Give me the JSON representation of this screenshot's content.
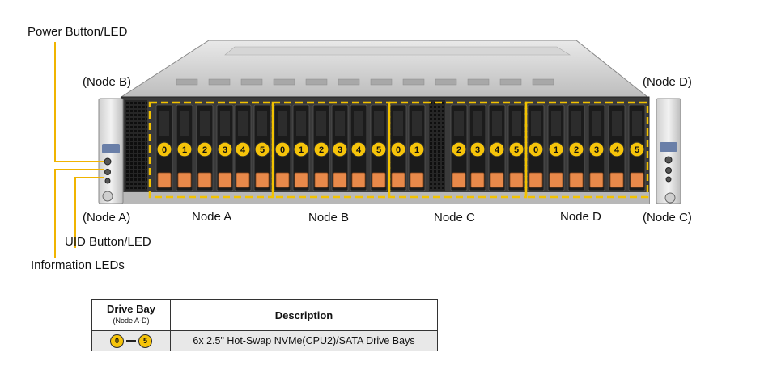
{
  "callouts": {
    "power_button_led": "Power Button/LED",
    "uid_button_led": "UID Button/LED",
    "information_leds": "Information LEDs"
  },
  "corner_labels": {
    "node_b": "(Node B)",
    "node_a": "(Node A)",
    "node_d": "(Node D)",
    "node_c": "(Node C)"
  },
  "node_names": [
    "Node A",
    "Node B",
    "Node C",
    "Node D"
  ],
  "bay_groups": [
    {
      "node": "Node A",
      "bays": [
        "0",
        "1",
        "2",
        "3",
        "4",
        "5"
      ]
    },
    {
      "node": "Node B",
      "bays": [
        "0",
        "1",
        "2",
        "3",
        "4",
        "5"
      ]
    },
    {
      "node": "Node C",
      "bays": [
        "0",
        "1",
        "",
        "2",
        "3",
        "4",
        "5"
      ]
    },
    {
      "node": "Node D",
      "bays": [
        "0",
        "1",
        "2",
        "3",
        "4",
        "5"
      ]
    }
  ],
  "colors": {
    "accent_yellow": "#f6c40a",
    "dash_yellow": "#f2c200",
    "callout_line": "#f0b400",
    "tray_orange": "#e8894a",
    "chassis_gray": "#9a9a9a"
  },
  "legend": {
    "col1_header": "Drive Bay",
    "col1_sub": "(Node A-D)",
    "col2_header": "Description",
    "range_start": "0",
    "range_end": "5",
    "description": "6x 2.5\" Hot-Swap NVMe(CPU2)/SATA Drive Bays"
  }
}
